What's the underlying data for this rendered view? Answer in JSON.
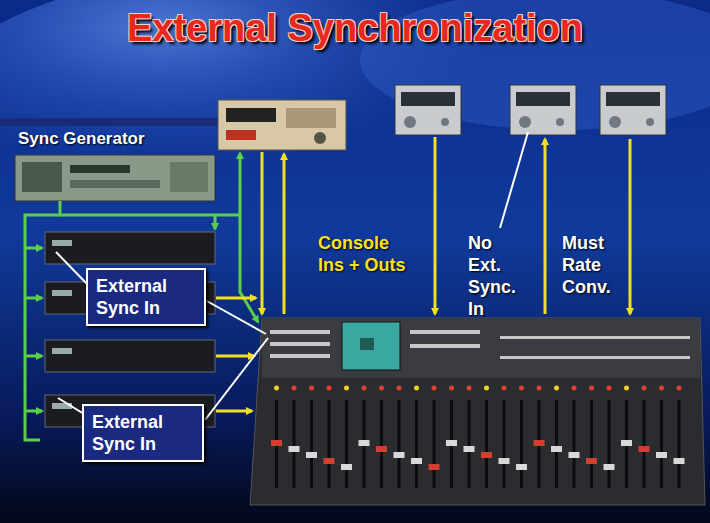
{
  "diagram": {
    "title": "External Synchronization",
    "nodes": [
      {
        "text": [
          "Sync Generator"
        ]
      },
      {
        "text": [
          "External Sync In"
        ]
      },
      {
        "text": [
          "External Sync In"
        ]
      }
    ],
    "labels": [
      "Console Ins + Outs",
      "No Ext. Sync. In",
      "Must Rate Conv."
    ]
  }
}
